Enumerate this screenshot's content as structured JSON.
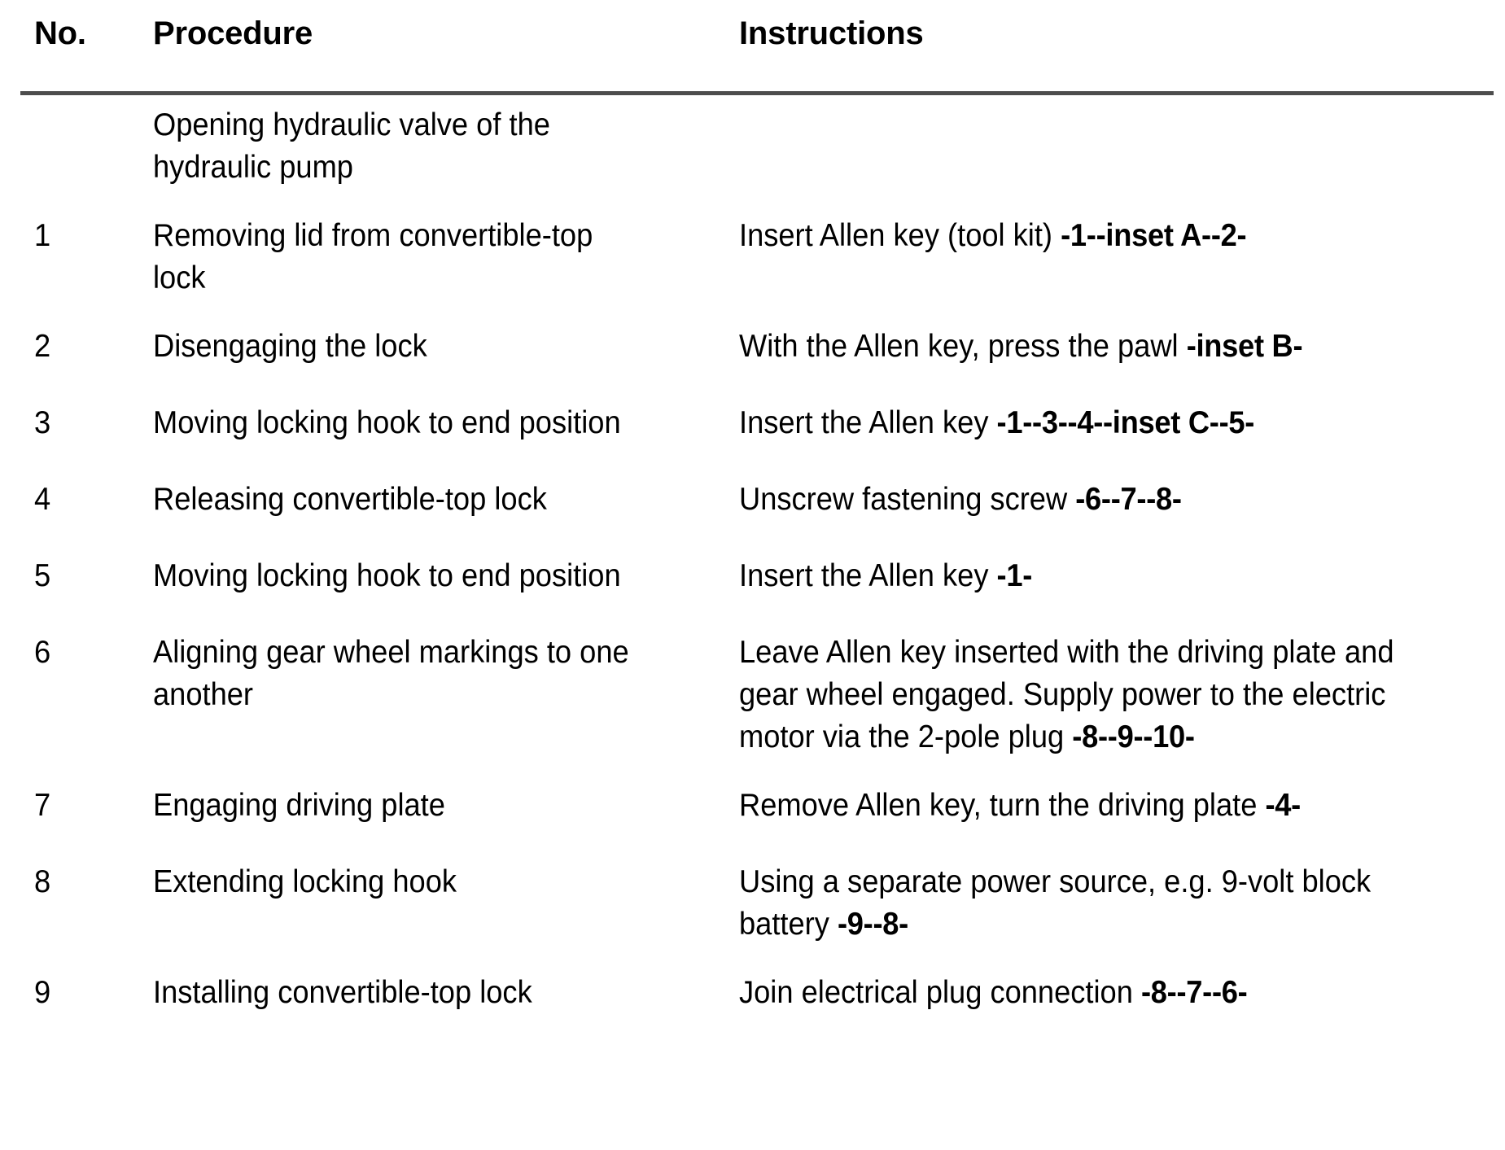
{
  "document": {
    "type": "procedure-table",
    "rule_color": "#4d4d4d",
    "text_color": "#000000",
    "background_color": "#ffffff"
  },
  "header": {
    "no_label": "No.",
    "procedure_label": "Procedure",
    "instructions_label": "Instructions"
  },
  "rows": [
    {
      "no": "",
      "procedure": "Opening hydraulic valve of the hydraulic pump",
      "instruction_text": "",
      "instruction_ref": ""
    },
    {
      "no": "1",
      "procedure": "Removing lid from convertible-top lock",
      "instruction_text": "Insert Allen key (tool kit) ",
      "instruction_ref": "-1--inset A--2-"
    },
    {
      "no": "2",
      "procedure": "Disengaging the lock",
      "instruction_text": "With the Allen key, press the pawl ",
      "instruction_ref": "-inset B-"
    },
    {
      "no": "3",
      "procedure": "Moving locking hook to end position",
      "instruction_text": "Insert the Allen key ",
      "instruction_ref": "-1--3--4--inset C--5-"
    },
    {
      "no": "4",
      "procedure": "Releasing convertible-top lock",
      "instruction_text": "Unscrew fastening screw ",
      "instruction_ref": "-6--7--8-"
    },
    {
      "no": "5",
      "procedure": "Moving locking hook to end position",
      "instruction_text": "Insert the Allen key ",
      "instruction_ref": "-1-"
    },
    {
      "no": "6",
      "procedure": "Aligning gear wheel markings to one another",
      "instruction_text": "Leave Allen key inserted with the driving plate and gear wheel engaged. Supply power to the electric motor via the 2-pole plug ",
      "instruction_ref": "-8--9--10-"
    },
    {
      "no": "7",
      "procedure": "Engaging driving plate",
      "instruction_text": "Remove Allen key, turn the driving plate ",
      "instruction_ref": "-4-"
    },
    {
      "no": "8",
      "procedure": "Extending locking hook",
      "instruction_text": "Using a separate power source, e.g. 9-volt block battery ",
      "instruction_ref": "-9--8-"
    },
    {
      "no": "9",
      "procedure": "Installing convertible-top lock",
      "instruction_text": "Join electrical plug connection ",
      "instruction_ref": "-8--7--6-"
    }
  ]
}
